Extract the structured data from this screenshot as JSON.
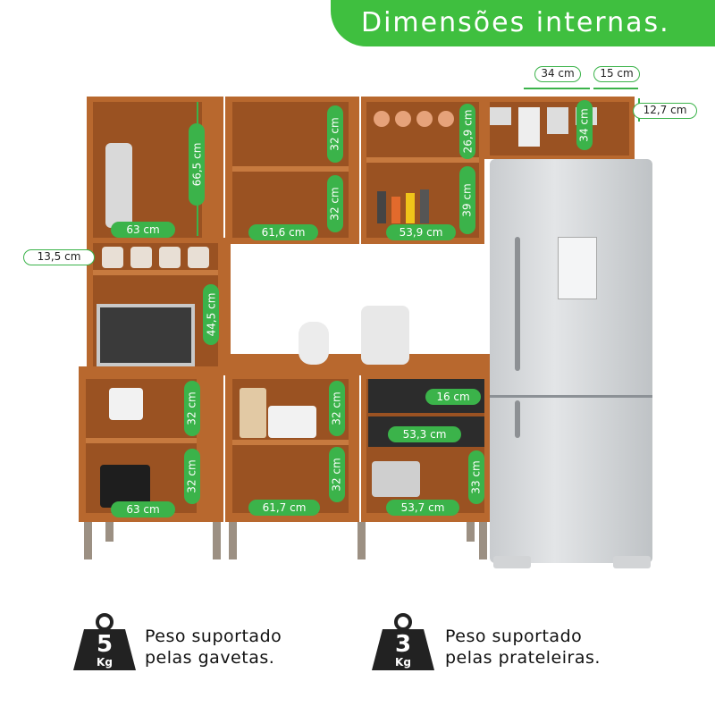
{
  "header": {
    "title": "Dimensões internas."
  },
  "dimensions": {
    "top_width_a": "34 cm",
    "top_width_b": "15 cm",
    "top_height": "12,7 cm",
    "niche_depth": "34 cm",
    "upper_left_height": "66,5 cm",
    "upper_left_width": "63 cm",
    "upper_mid_top_height": "32 cm",
    "upper_mid_bottom_height": "32 cm",
    "upper_mid_width": "61,6 cm",
    "upper_right_top_height": "26,9 cm",
    "upper_right_bottom_height": "39 cm",
    "upper_right_width": "53,9 cm",
    "spice_shelf_height": "13,5 cm",
    "microwave_height": "44,5 cm",
    "lower_left_top_height": "32 cm",
    "lower_left_bottom_height": "32 cm",
    "lower_left_width": "63 cm",
    "lower_mid_top_height": "32 cm",
    "lower_mid_bottom_height": "32 cm",
    "lower_mid_width": "61,7 cm",
    "drawer_height": "16 cm",
    "drawer_width": "53,3 cm",
    "lower_right_height": "33 cm",
    "lower_right_width": "53,7 cm"
  },
  "legend": {
    "drawer_weight": {
      "number": "5",
      "unit": "Kg",
      "line1": "Peso suportado",
      "line2": "pelas gavetas."
    },
    "shelf_weight": {
      "number": "3",
      "unit": "Kg",
      "line1": "Peso suportado",
      "line2": "pelas prateleiras."
    }
  },
  "colors": {
    "accent": "#3bb34a",
    "wood": "#b8682e"
  }
}
